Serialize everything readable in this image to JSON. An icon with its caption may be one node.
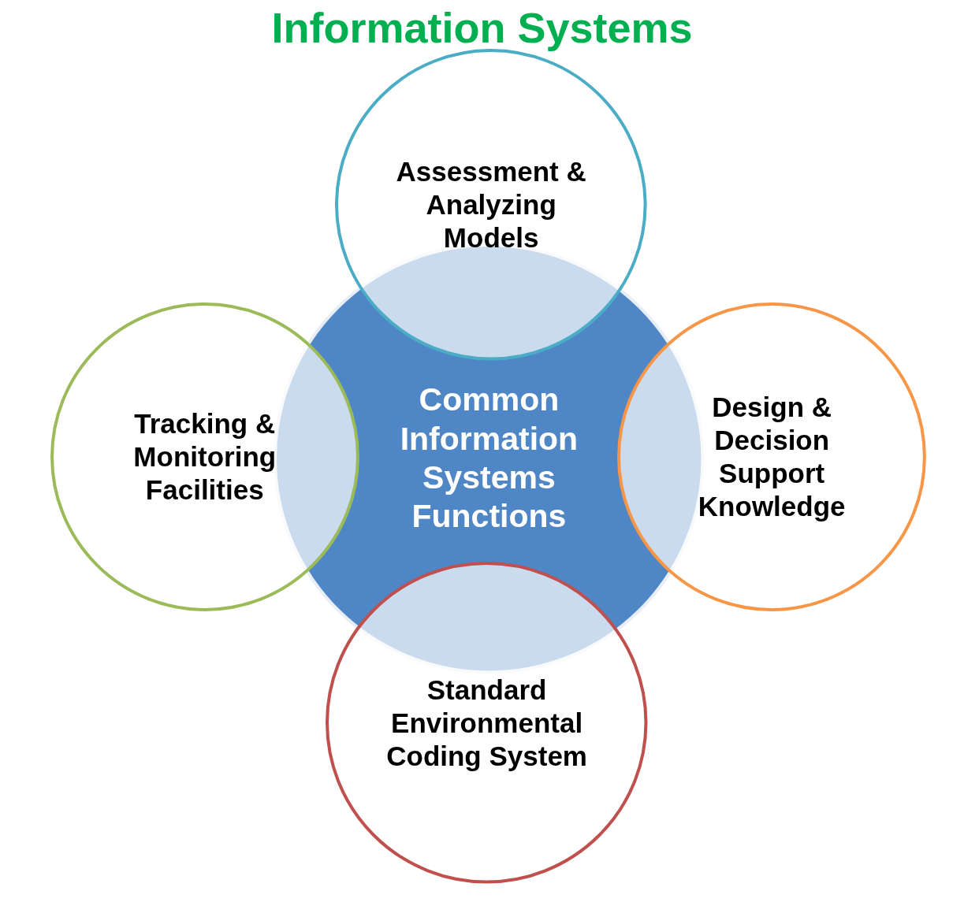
{
  "diagram": {
    "title": "Information Systems",
    "nodes": [
      {
        "text": [
          "Common Information Systems Functions"
        ]
      },
      {
        "text": [
          "Assessment & Analyzing Models"
        ]
      },
      {
        "text": [
          "Tracking & Monitoring Facilities"
        ]
      },
      {
        "text": [
          "Design & Decision Support Knowledge"
        ]
      },
      {
        "text": [
          "Standard Environmental Coding System"
        ]
      }
    ]
  }
}
